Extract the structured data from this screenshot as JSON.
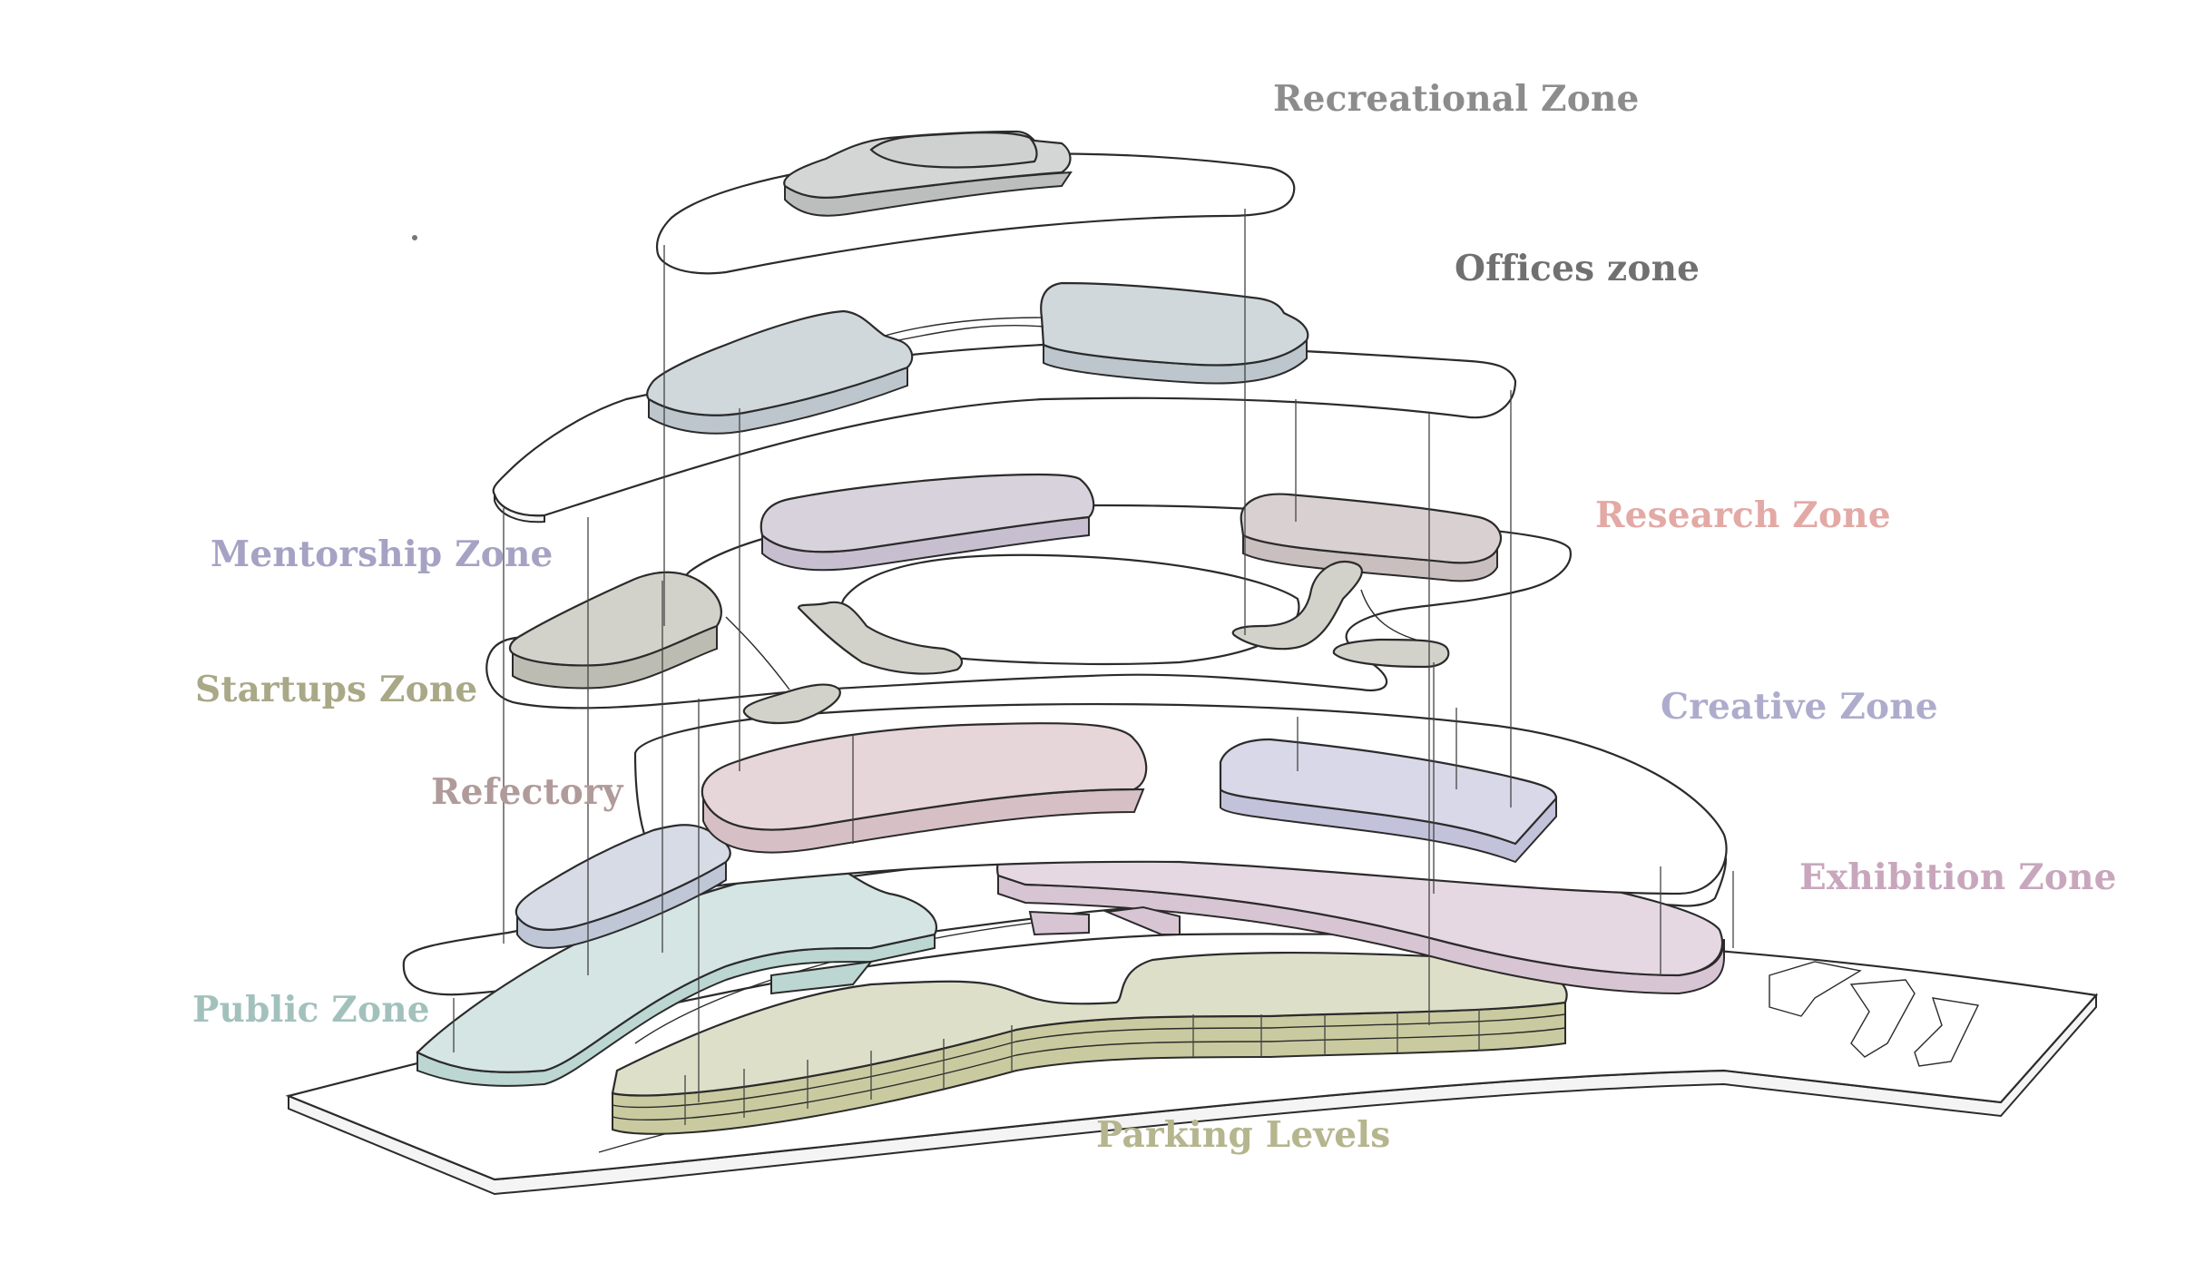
{
  "diagram": {
    "zones": [
      {
        "key": "recreational",
        "label": "Recreational Zone",
        "color": "#8c8c8c"
      },
      {
        "key": "offices",
        "label": "Offices zone",
        "color": "#707070"
      },
      {
        "key": "research",
        "label": "Research Zone",
        "color": "#e3a9a5"
      },
      {
        "key": "mentorship",
        "label": "Mentorship Zone",
        "color": "#a5a2c4"
      },
      {
        "key": "startups",
        "label": "Startups Zone",
        "color": "#a9a887"
      },
      {
        "key": "creative",
        "label": "Creative Zone",
        "color": "#aeaccc"
      },
      {
        "key": "refectory",
        "label": "Refectory",
        "color": "#b09a9a"
      },
      {
        "key": "exhibition",
        "label": "Exhibition Zone",
        "color": "#c8a7bd"
      },
      {
        "key": "public",
        "label": "Public Zone",
        "color": "#a2c1bc"
      },
      {
        "key": "parking",
        "label": "Parking Levels",
        "color": "#b5b58e"
      }
    ],
    "fills": {
      "recreational": "#d4d6d6",
      "offices": "#d0d8dc",
      "research": "#d9d1d1",
      "mentorship": "#d8d2dc",
      "startups": "#d2d2cb",
      "creative": "#d9d8e8",
      "refectory": "#e6d5d9",
      "exhibition": "#e6d8e3",
      "lower_mentorship": "#d6dbe6",
      "public": "#d4e5e3",
      "parking": "#dedfc9"
    }
  }
}
